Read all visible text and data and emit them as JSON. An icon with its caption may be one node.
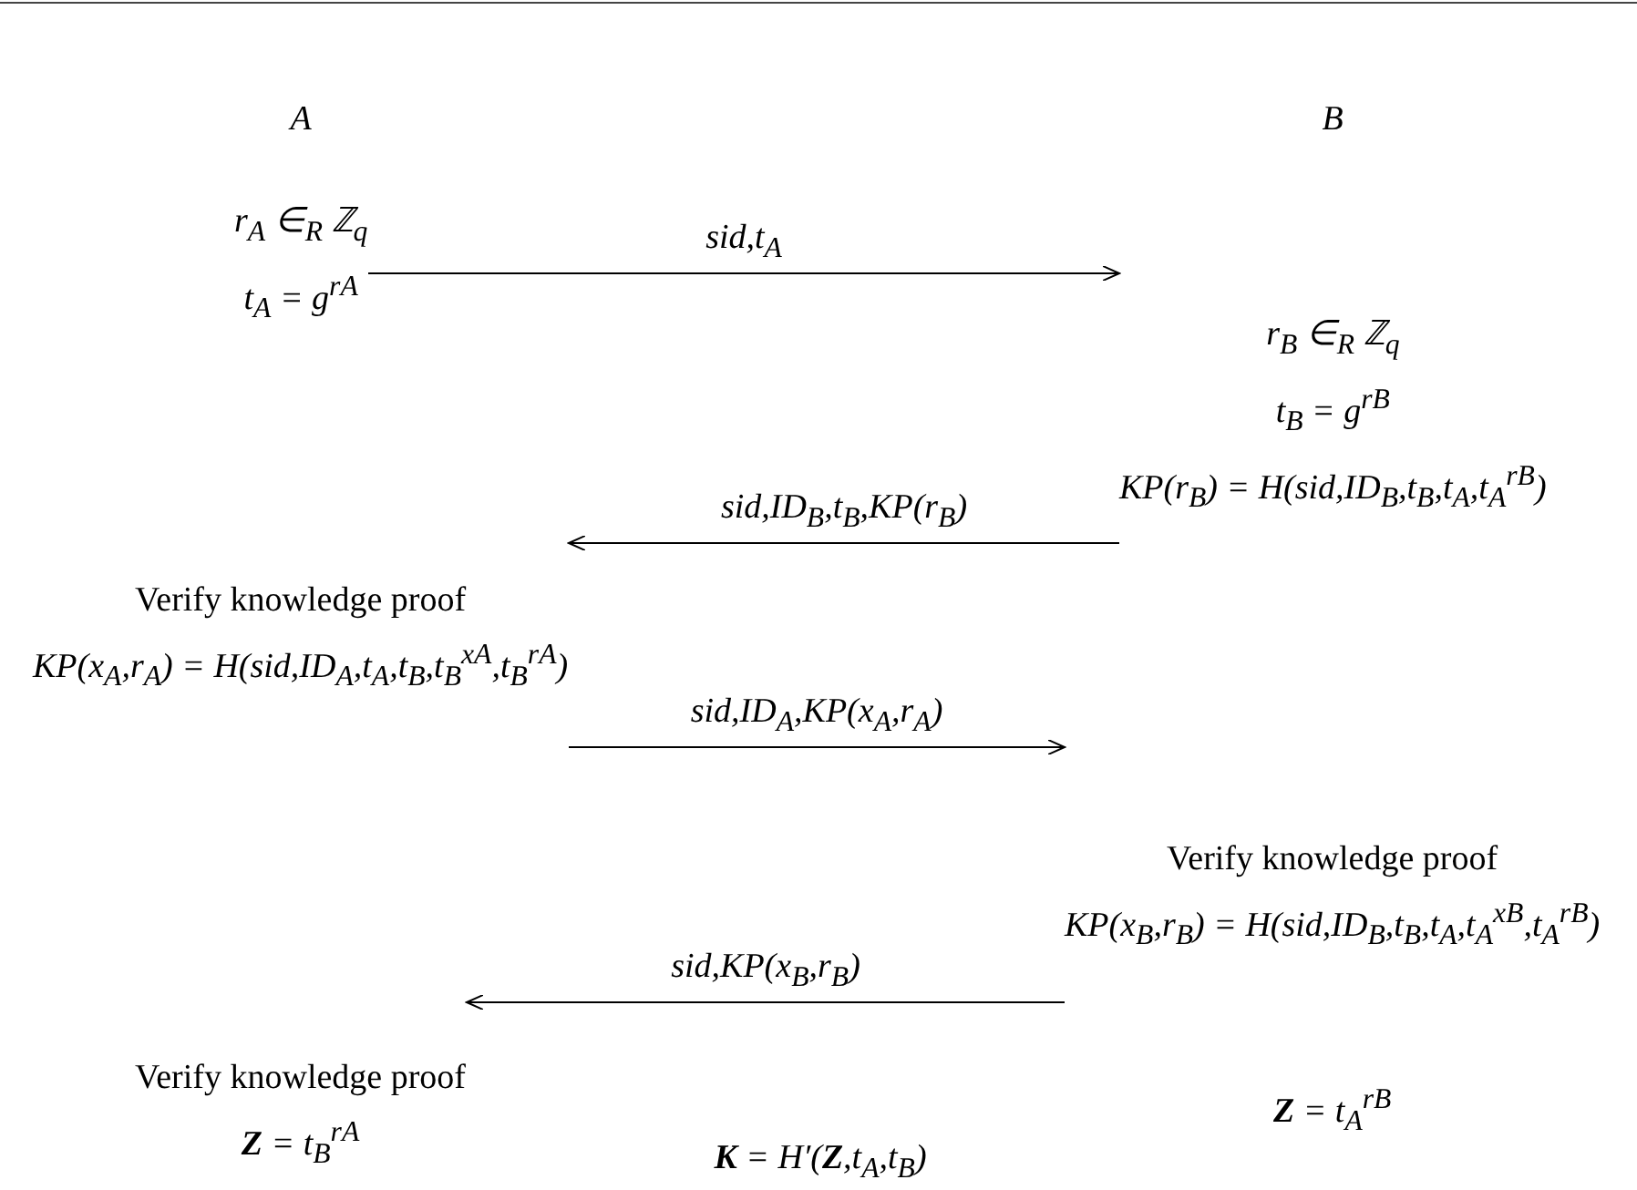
{
  "diagram": {
    "nodes": [
      {
        "text": [
          "r$_{A}$ ∈$_{R}$ ℤ$_{q}$",
          "t$_{A}$ = g$^{rA}$"
        ]
      },
      {
        "text": [
          "r$_{B}$ ∈$_{R}$ ℤ$_{q}$",
          "t$_{B}$ = g$^{rB}$",
          "KP(r$_{B}$) = H(sid,ID$_{B}$,t$_{B}$,t$_{A}$,t$_{A}$$^{rB}$)"
        ]
      },
      {
        "text": [
          "Verify knowledge proof",
          "KP(x$_{A}$,r$_{A}$) = H(sid,ID$_{A}$,t$_{A}$,t$_{B}$,t$_{B}$$^{xA}$,t$_{B}$$^{rA}$)"
        ]
      },
      {
        "text": [
          "Verify knowledge proof",
          "KP(x$_{B}$,r$_{B}$) = H(sid,ID$_{B}$,t$_{B}$,t$_{A}$,t$_{A}$$^{xB}$,t$_{A}$$^{rB}$)"
        ]
      },
      {
        "text": [
          "Verify knowledge proof",
          "**Z** = t$_{B}$$^{rA}$"
        ]
      },
      {
        "text": [
          "**Z** = t$_{A}$$^{rB}$"
        ]
      }
    ],
    "edges": [
      {
        "from": 0,
        "to": 1,
        "arrow": "to",
        "label": "sid,t$_{A}$"
      },
      {
        "from": 1,
        "to": 2,
        "arrow": "to",
        "label": "sid,ID$_{B}$,t$_{B}$,KP(r$_{B}$)"
      },
      {
        "from": 2,
        "to": 3,
        "arrow": "to",
        "label": "sid,ID$_{A}$,KP(x$_{A}$,r$_{A}$)"
      },
      {
        "from": 3,
        "to": 4,
        "arrow": "to",
        "label": "sid,KP(x$_{B}$,r$_{B}$)"
      }
    ],
    "labels": [
      "A",
      "B",
      "**K** = H′(**Z**,t$_{A}$,t$_{B}$)"
    ]
  }
}
